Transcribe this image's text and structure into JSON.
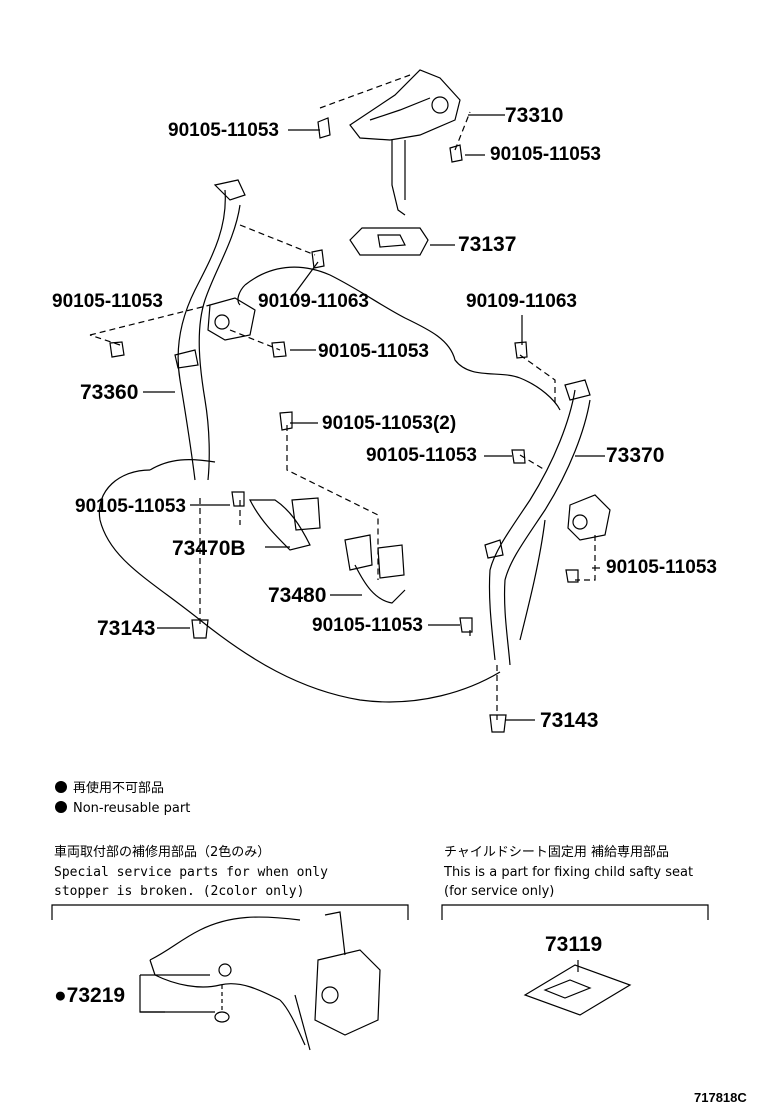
{
  "labels": {
    "p73310": "73310",
    "p90105_top_left": "90105-11053",
    "p90105_top_right": "90105-11053",
    "p73137": "73137",
    "p90105_left": "90105-11053",
    "p90109_mid": "90109-11063",
    "p90109_right": "90109-11063",
    "p90105_mid": "90105-11053",
    "p73360": "73360",
    "p90105_2": "90105-11053(2)",
    "p90105_right_mid": "90105-11053",
    "p73370": "73370",
    "p90105_lower_left": "90105-11053",
    "p73470b": "73470B",
    "p90105_lower_right": "90105-11053",
    "p73480": "73480",
    "p73143_left": "73143",
    "p90105_bottom": "90105-11053",
    "p73143_right": "73143"
  },
  "legend": {
    "jp": "再使用不可部品",
    "en": "Non-reusable part"
  },
  "section_left": {
    "jp": "車両取付部の補修用部品（2色のみ）",
    "en_line1": "Special service parts for when only",
    "en_line2": "stopper is broken. (2color only)",
    "part": "●73219"
  },
  "section_right": {
    "jp": "チャイルドシート固定用 補給専用部品",
    "en_line1": "This is a part for fixing child safty seat",
    "en_line2": "(for service only)",
    "part": "73119"
  },
  "diagram_code": "717818C"
}
